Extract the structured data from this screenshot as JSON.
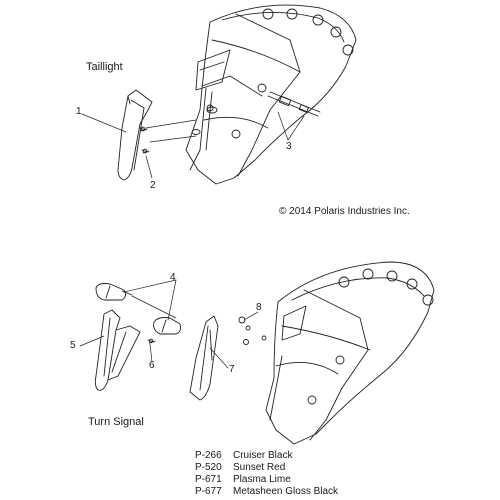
{
  "sections": {
    "taillight": "Taillight",
    "turn_signal": "Turn Signal"
  },
  "copyright": "© 2014 Polaris Industries Inc.",
  "callouts": [
    "1",
    "2",
    "3",
    "4",
    "5",
    "6",
    "7",
    "8"
  ],
  "colors": [
    {
      "code": "P-266",
      "name": "Cruiser Black"
    },
    {
      "code": "P-520",
      "name": "Sunset Red"
    },
    {
      "code": "P-671",
      "name": "Plasma Lime"
    },
    {
      "code": "P-677",
      "name": "Metasheen Gloss Black"
    }
  ]
}
